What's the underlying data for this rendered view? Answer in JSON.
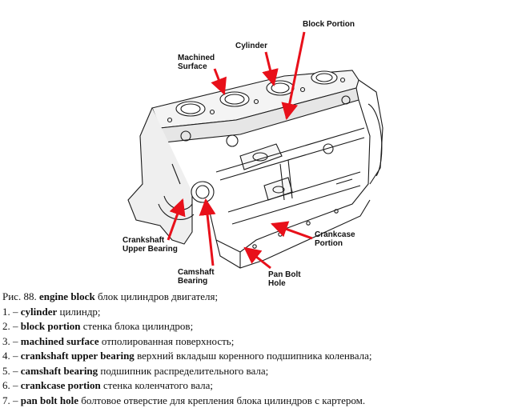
{
  "labels": {
    "block_portion": "Block Portion",
    "cylinder": "Cylinder",
    "machined_1": "Machined",
    "machined_2": "Surface",
    "crankcase_1": "Crankcase",
    "crankcase_2": "Portion",
    "crankshaft_1": "Crankshaft",
    "crankshaft_2": "Upper Bearing",
    "camshaft_1": "Camshaft",
    "camshaft_2": "Bearing",
    "panbolt_1": "Pan Bolt",
    "panbolt_2": "Hole"
  },
  "caption": {
    "fig_prefix": "Рис. 88.",
    "fig_term": "engine block",
    "fig_desc": "блок цилиндров двигателя;",
    "items": [
      {
        "num": "1. –",
        "term": "cylinder",
        "desc": "цилиндр;"
      },
      {
        "num": "2. –",
        "term": "block portion",
        "desc": "стенка блока цилиндров;"
      },
      {
        "num": "3. –",
        "term": "machined surface",
        "desc": "отполированная поверхность;"
      },
      {
        "num": "4. –",
        "term": "crankshaft upper bearing",
        "desc": "верхний вкладыш коренного подшипника коленвала;"
      },
      {
        "num": "5. –",
        "term": "camshaft bearing",
        "desc": "подшипник распределительного вала;"
      },
      {
        "num": "6. –",
        "term": "crankcase portion",
        "desc": "стенка коленчатого вала;"
      },
      {
        "num": "7. –",
        "term": "pan bolt hole",
        "desc": "болтовое отверстие для крепления блока цилиндров с картером."
      }
    ]
  },
  "colors": {
    "arrow": "#e8101a",
    "ink": "#1a1a1a"
  }
}
